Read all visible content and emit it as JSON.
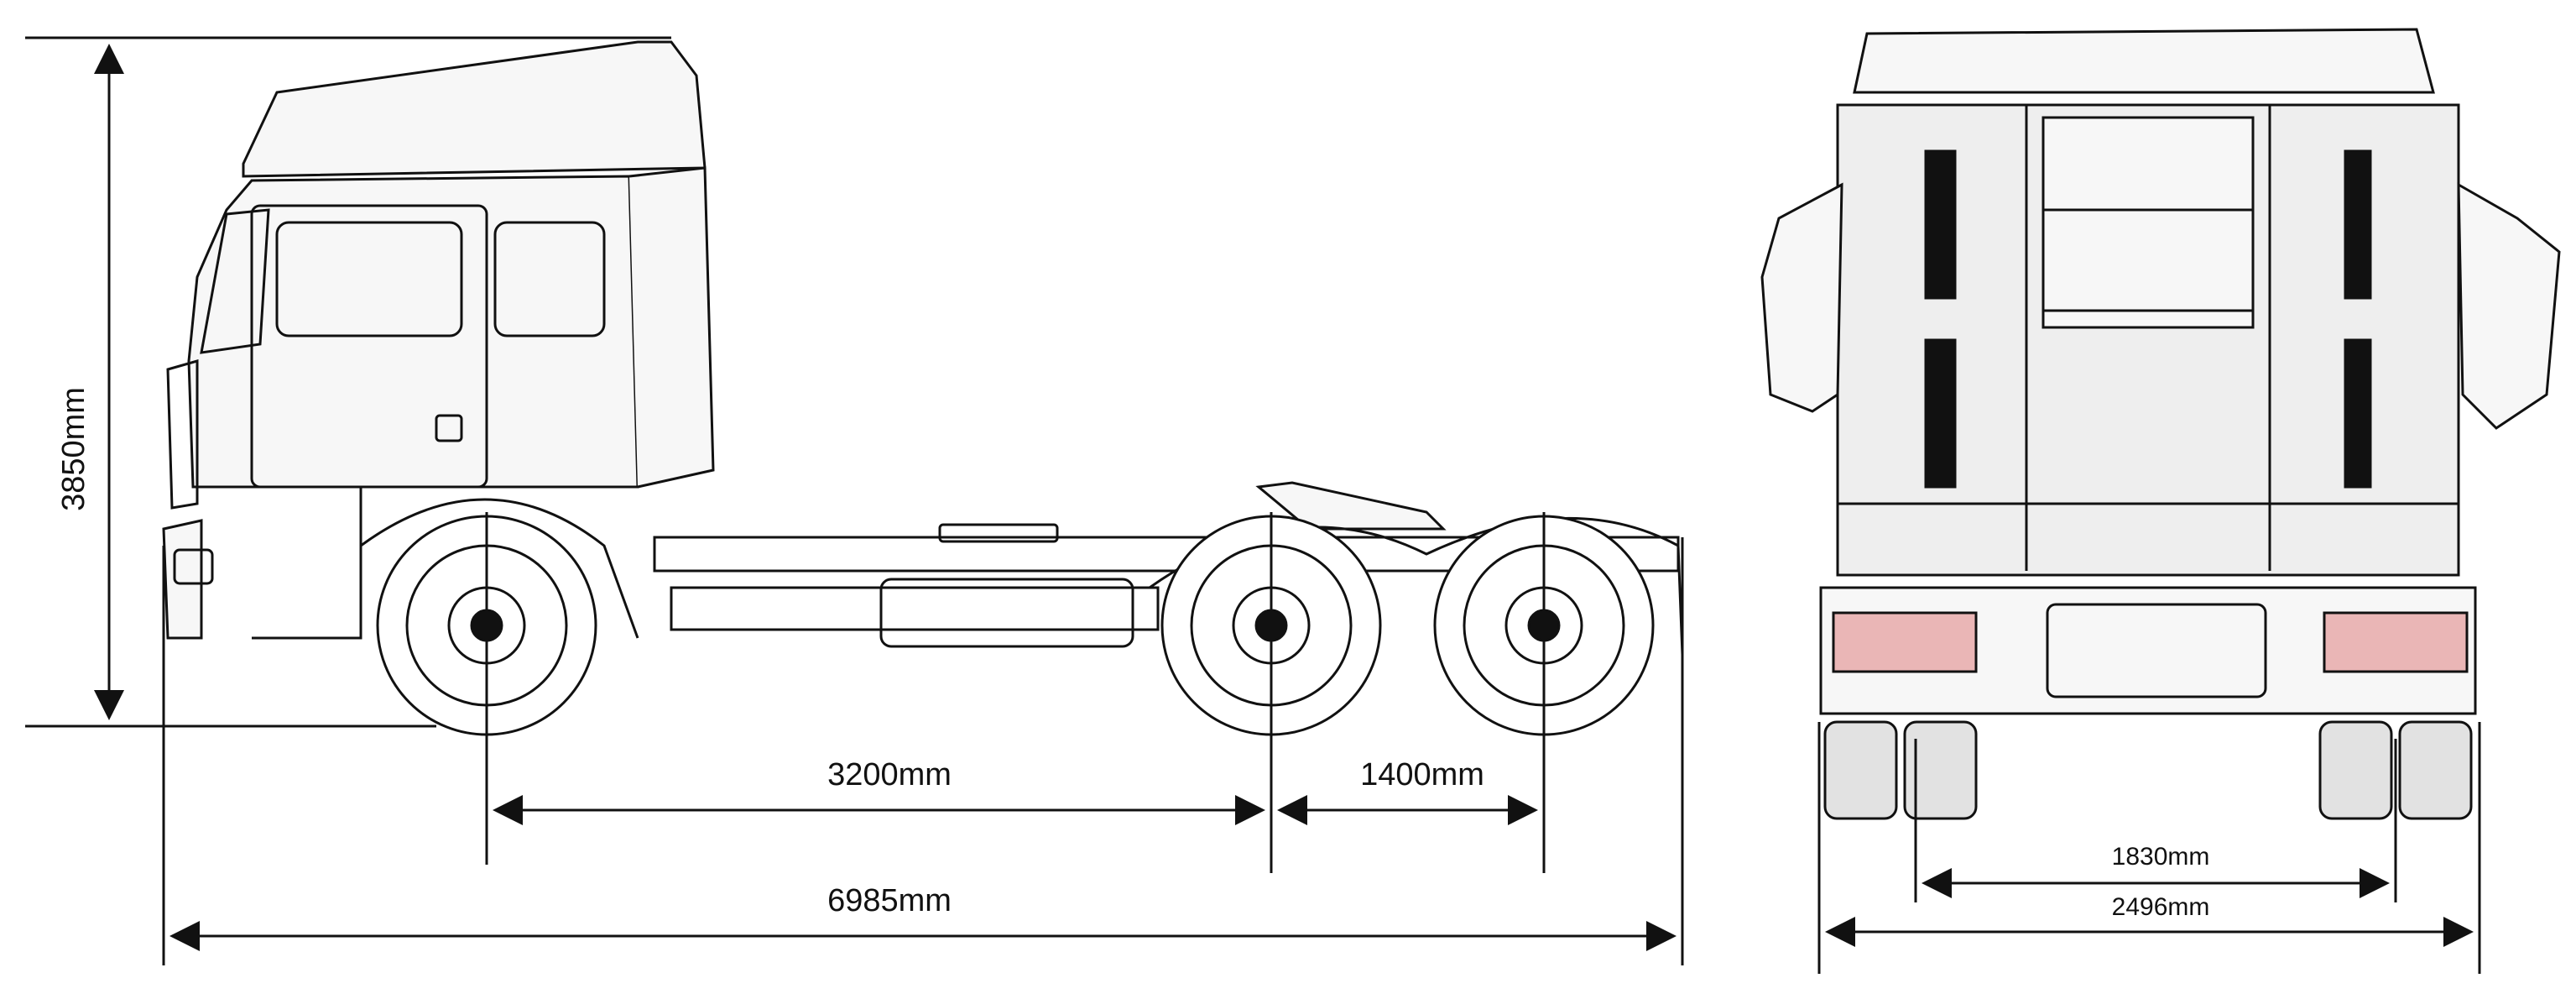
{
  "dimensions": {
    "overall_height": "3850mm",
    "wheelbase_front_to_rear": "3200mm",
    "rear_axle_spacing": "1400mm",
    "overall_length": "6985mm",
    "rear_track": "1830mm",
    "overall_width": "2496mm"
  },
  "colors": {
    "line": "#111111",
    "cab_fill": "#f7f7f7",
    "rear_panel": "#eeeeee",
    "tail_light": "#d23b3b"
  }
}
